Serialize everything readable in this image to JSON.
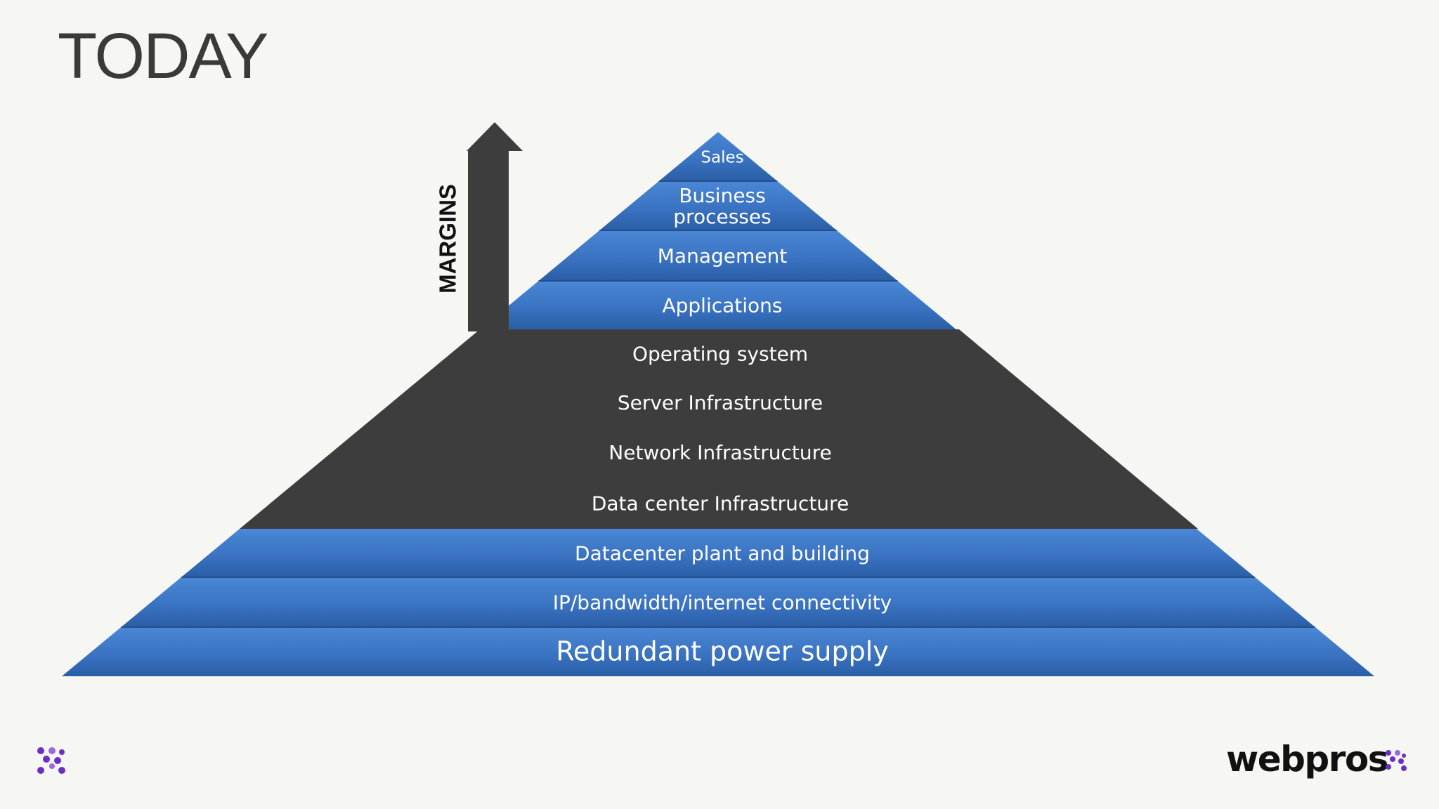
{
  "slide": {
    "title": "TODAY"
  },
  "margins_arrow": {
    "label": "MARGINS"
  },
  "pyramid": {
    "top_layers": [
      {
        "lines": [
          "Sales"
        ]
      },
      {
        "lines": [
          "Business",
          "processes"
        ]
      },
      {
        "lines": [
          "Management"
        ]
      },
      {
        "lines": [
          "Applications"
        ]
      }
    ],
    "middle_layers": [
      {
        "lines": [
          "Operating system"
        ]
      },
      {
        "lines": [
          "Server Infrastructure"
        ]
      },
      {
        "lines": [
          "Network Infrastructure"
        ]
      },
      {
        "lines": [
          "Data center Infrastructure"
        ]
      }
    ],
    "bottom_layers": [
      {
        "lines": [
          "Datacenter plant and building"
        ]
      },
      {
        "lines": [
          "IP/bandwidth/internet connectivity"
        ]
      },
      {
        "lines": [
          "Redundant power supply"
        ]
      }
    ]
  },
  "branding": {
    "wordmark": "webpros"
  },
  "colors": {
    "background": "#f6f6f2",
    "layer_blue_light": "#3f7ccc",
    "layer_blue_dark": "#2a5ea6",
    "middle_dark": "#3d3d3d",
    "arrow": "#3d3d3d",
    "logo_purple": "#6a2fc8",
    "logo_purple_light": "#9a6ae0"
  }
}
